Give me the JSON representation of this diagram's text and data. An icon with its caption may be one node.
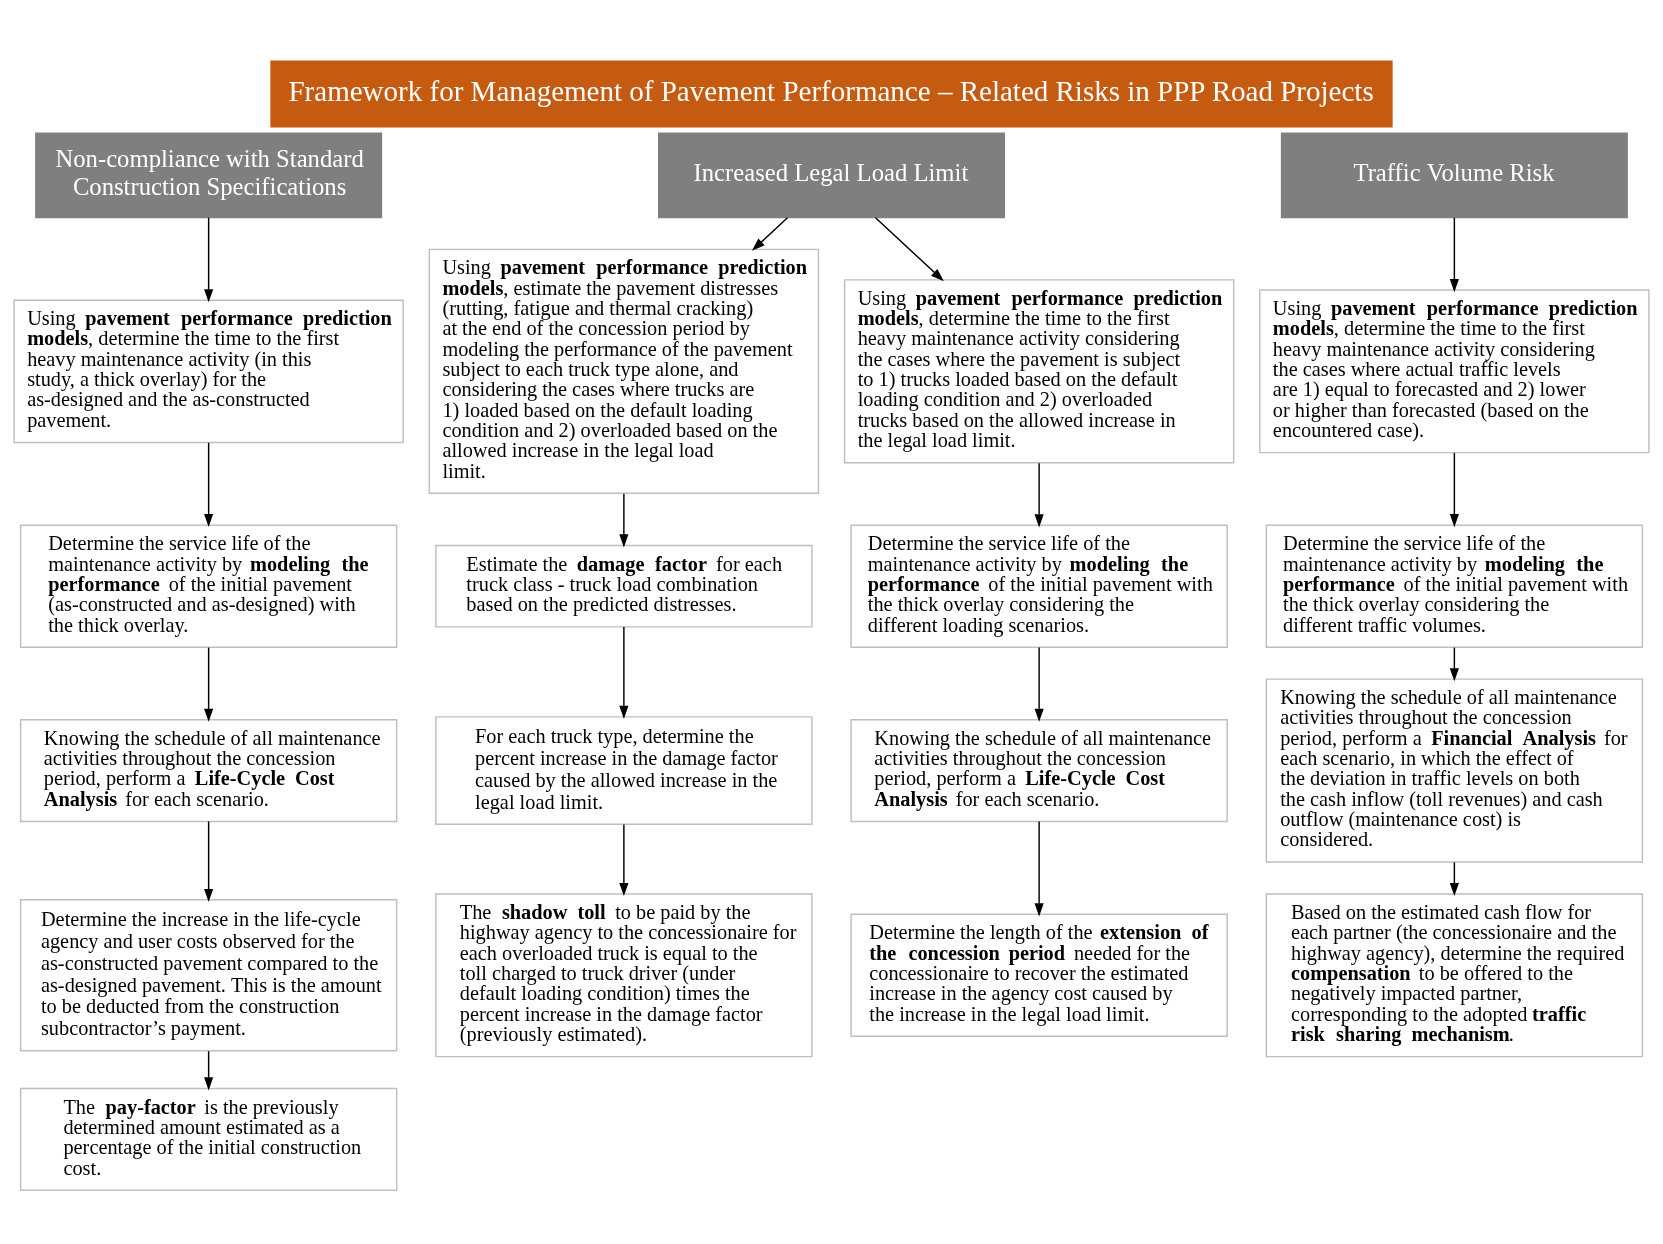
{
  "diagram": {
    "title": "Framework for Management of Pavement Performance – Related Risks in PPP Road Projects",
    "nodes": [
      {
        "text": [
          "Non-compliance with Standard Construction Specifications"
        ]
      },
      {
        "text": [
          "Using **pavement performance prediction models**, determine the time to the first heavy maintenance activity (in this study, a thick overlay) for the as-designed and the as-constructed pavement."
        ]
      },
      {
        "text": [
          "Determine the service life of the maintenance activity by **modeling the performance** of the initial pavement (as-constructed and as-designed) with the thick overlay."
        ]
      },
      {
        "text": [
          "Knowing the schedule of all maintenance activities throughout the concession period, perform a **Life-Cycle Cost Analysis** for each scenario."
        ]
      },
      {
        "text": [
          "Determine the increase in the life-cycle agency and user costs observed for the as-constructed pavement compared to the as-designed pavement. This is the amount to be deducted from the construction subcontractor’s payment."
        ]
      },
      {
        "text": [
          "The **pay-factor** is the previously determined amount estimated as a percentage of the initial construction cost."
        ]
      },
      {
        "text": [
          "Increased Legal Load Limit"
        ]
      },
      {
        "text": [
          "Using **pavement performance prediction models**, estimate the pavement distresses (rutting, fatigue and thermal cracking) at the end of the concession period by modeling the performance of the pavement subject to each truck type alone, and considering the cases where trucks are 1) loaded based on the default loading condition and 2) overloaded based on the allowed increase in the legal load limit."
        ]
      },
      {
        "text": [
          "Estimate the **damage factor** for each truck class - truck load combination based on the predicted distresses."
        ]
      },
      {
        "text": [
          "For each truck type, determine the percent increase in the damage factor caused by the allowed increase in the legal load limit."
        ]
      },
      {
        "text": [
          "The **shadow toll** to be paid by the highway agency to the concessionaire for each overloaded truck is equal to the toll charged to truck driver (under default loading condition) times the percent increase in the damage factor (previously estimated)."
        ]
      },
      {
        "text": [
          "Using **pavement performance prediction models**, determine the time to the first heavy maintenance activity considering the cases where the pavement is subject to 1) trucks loaded based on the default loading condition and 2) overloaded trucks based on the allowed increase in the legal load limit."
        ]
      },
      {
        "text": [
          "Determine the service life of the maintenance activity by **modeling the performance** of the initial pavement with the thick overlay considering the different loading scenarios."
        ]
      },
      {
        "text": [
          "Knowing the schedule of all maintenance activities throughout the concession period, perform a **Life-Cycle Cost Analysis** for each scenario."
        ]
      },
      {
        "text": [
          "Determine the length of the **extension of the concession period** needed for the concessionaire to recover the estimated increase in the agency cost caused by the increase in the legal load limit."
        ]
      },
      {
        "text": [
          "Traffic Volume Risk"
        ]
      },
      {
        "text": [
          "Using **pavement performance prediction models**, determine the time to the first heavy maintenance activity considering the cases where actual traffic levels are 1) equal to forecasted and 2) lower or higher than forecasted (based on the encountered case)."
        ]
      },
      {
        "text": [
          "Determine the service life of the maintenance activity by **modeling the performance** of the initial pavement with the thick overlay considering the different traffic volumes."
        ]
      },
      {
        "text": [
          "Knowing the schedule of all maintenance activities throughout the concession period, perform a **Financial Analysis** for each scenario, in which the effect of the deviation in traffic levels on both the cash inflow (toll revenues) and cash outflow (maintenance cost) is considered."
        ]
      },
      {
        "text": [
          "Based on the estimated cash flow for each partner (the concessionaire and the highway agency), determine the required **compensation** to be offered to the negatively impacted partner, corresponding to the adopted **traffic risk sharing mechanism**."
        ]
      }
    ],
    "edges": [
      {
        "from": 0,
        "to": 1,
        "arrow": "to"
      },
      {
        "from": 1,
        "to": 2,
        "arrow": "to"
      },
      {
        "from": 2,
        "to": 3,
        "arrow": "to"
      },
      {
        "from": 3,
        "to": 4,
        "arrow": "to"
      },
      {
        "from": 4,
        "to": 5,
        "arrow": "to"
      },
      {
        "from": 6,
        "to": 7,
        "arrow": "to"
      },
      {
        "from": 6,
        "to": 11,
        "arrow": "to"
      },
      {
        "from": 7,
        "to": 8,
        "arrow": "to"
      },
      {
        "from": 8,
        "to": 9,
        "arrow": "to"
      },
      {
        "from": 9,
        "to": 10,
        "arrow": "to"
      },
      {
        "from": 11,
        "to": 12,
        "arrow": "to"
      },
      {
        "from": 12,
        "to": 13,
        "arrow": "to"
      },
      {
        "from": 13,
        "to": 14,
        "arrow": "to"
      },
      {
        "from": 15,
        "to": 16,
        "arrow": "to"
      },
      {
        "from": 16,
        "to": 17,
        "arrow": "to"
      },
      {
        "from": 17,
        "to": 18,
        "arrow": "to"
      },
      {
        "from": 18,
        "to": 19,
        "arrow": "to"
      }
    ]
  }
}
